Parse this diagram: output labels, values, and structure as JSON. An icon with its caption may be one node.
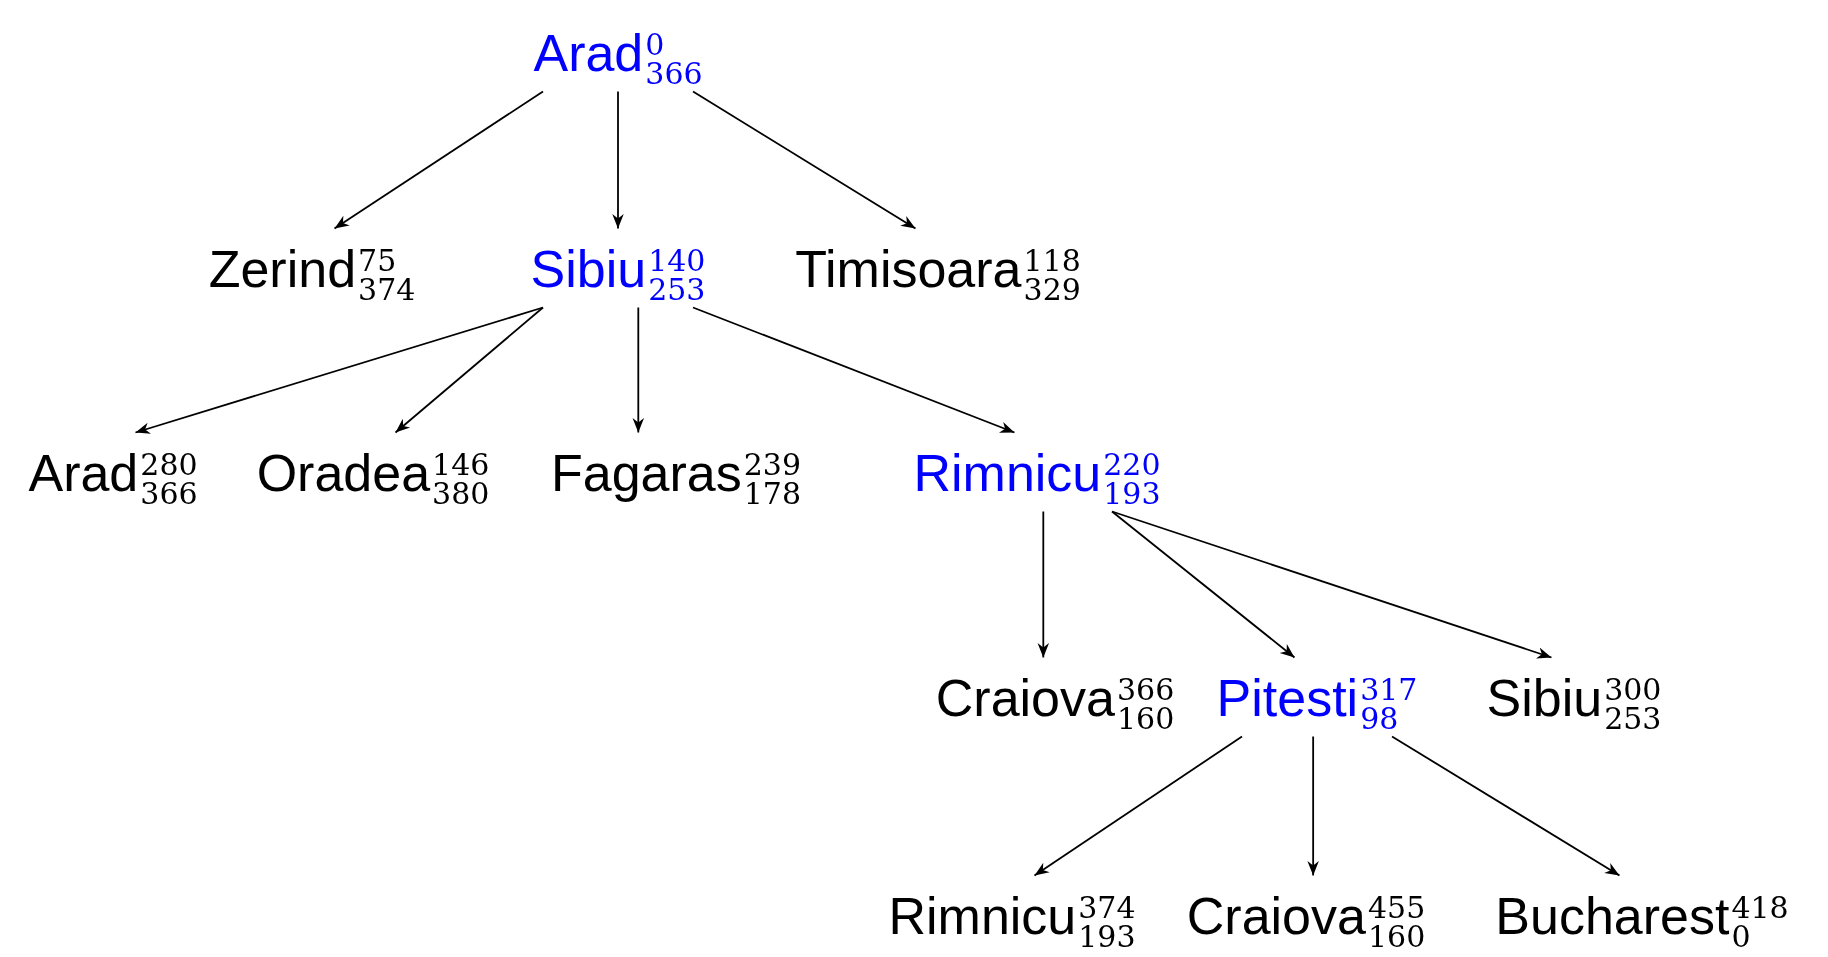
{
  "diagram": {
    "nodes": [
      {
        "text": [
          "Arad",
          "0",
          "366"
        ]
      },
      {
        "text": [
          "Zerind",
          "75",
          "374"
        ]
      },
      {
        "text": [
          "Sibiu",
          "140",
          "253"
        ]
      },
      {
        "text": [
          "Timisoara",
          "118",
          "329"
        ]
      },
      {
        "text": [
          "Arad",
          "280",
          "366"
        ]
      },
      {
        "text": [
          "Oradea",
          "146",
          "380"
        ]
      },
      {
        "text": [
          "Fagaras",
          "239",
          "178"
        ]
      },
      {
        "text": [
          "Rimnicu",
          "220",
          "193"
        ]
      },
      {
        "text": [
          "Craiova",
          "366",
          "160"
        ]
      },
      {
        "text": [
          "Pitesti",
          "317",
          "98"
        ]
      },
      {
        "text": [
          "Sibiu",
          "300",
          "253"
        ]
      },
      {
        "text": [
          "Rimnicu",
          "374",
          "193"
        ]
      },
      {
        "text": [
          "Craiova",
          "455",
          "160"
        ]
      },
      {
        "text": [
          "Bucharest",
          "418",
          "0"
        ]
      }
    ],
    "edges": [
      {
        "from": 0,
        "to": 1,
        "arrow": "to"
      },
      {
        "from": 0,
        "to": 2,
        "arrow": "to"
      },
      {
        "from": 0,
        "to": 3,
        "arrow": "to"
      },
      {
        "from": 2,
        "to": 4,
        "arrow": "to"
      },
      {
        "from": 2,
        "to": 5,
        "arrow": "to"
      },
      {
        "from": 2,
        "to": 6,
        "arrow": "to"
      },
      {
        "from": 2,
        "to": 7,
        "arrow": "to"
      },
      {
        "from": 7,
        "to": 8,
        "arrow": "to"
      },
      {
        "from": 7,
        "to": 9,
        "arrow": "to"
      },
      {
        "from": 7,
        "to": 10,
        "arrow": "to"
      },
      {
        "from": 9,
        "to": 11,
        "arrow": "to"
      },
      {
        "from": 9,
        "to": 12,
        "arrow": "to"
      },
      {
        "from": 9,
        "to": 13,
        "arrow": "to"
      }
    ]
  }
}
